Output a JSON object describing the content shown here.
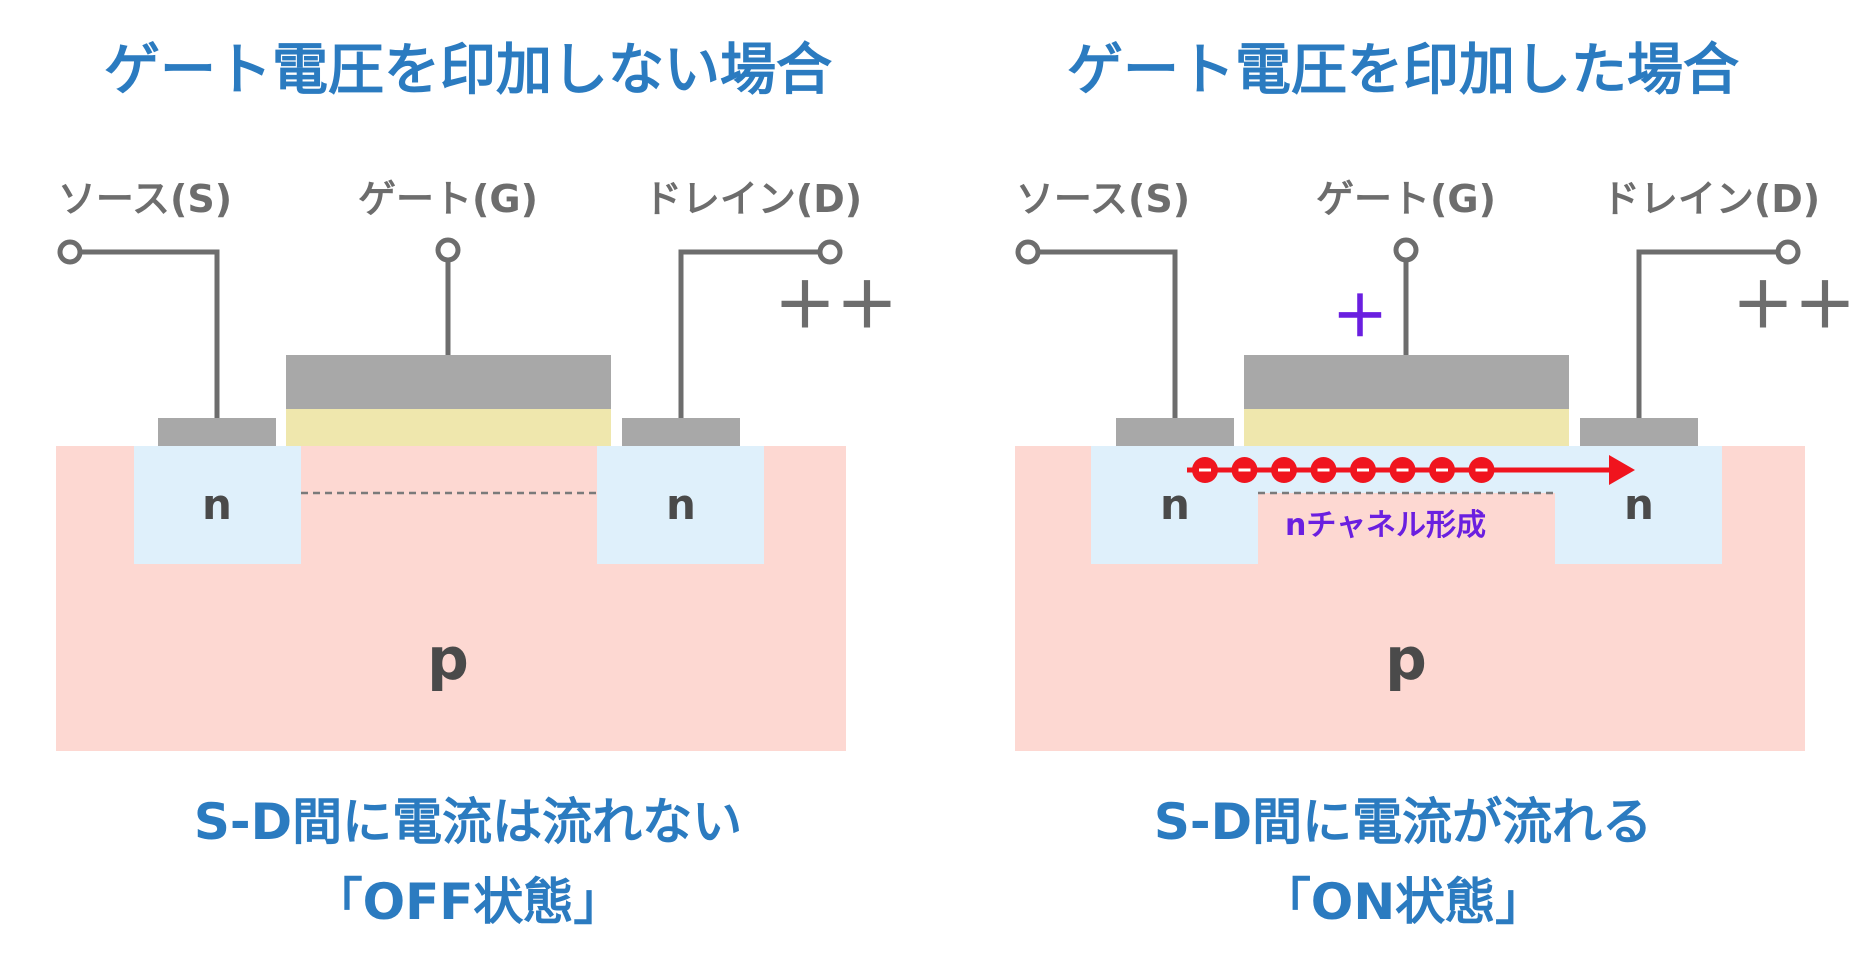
{
  "left": {
    "title": "ゲート電圧を印加しない場合",
    "source_label": "ソース(S)",
    "gate_label": "ゲート(G)",
    "drain_label": "ドレイン(D)",
    "drain_charge": "＋＋",
    "n_label": "n",
    "p_label": "p",
    "caption_line1": "S-D間に電流は流れない",
    "caption_line2": "「OFF状態」"
  },
  "right": {
    "title": "ゲート電圧を印加した場合",
    "source_label": "ソース(S)",
    "gate_label": "ゲート(G)",
    "drain_label": "ドレイン(D)",
    "drain_charge": "＋＋",
    "gate_charge": "＋",
    "n_label": "n",
    "p_label": "p",
    "channel_label": "nチャネル形成",
    "electron_count": 8,
    "caption_line1": "S-D間に電流が流れる",
    "caption_line2": "「ON状態」"
  },
  "colors": {
    "title": "#2b7bc0",
    "p_substrate": "#fdd8d2",
    "n_region": "#dff0fb",
    "metal": "#a8a8a8",
    "oxide": "#efe7ad",
    "wire": "#6d6d6d",
    "electron": "#f0141e",
    "channel_text": "#6a1fe0"
  }
}
